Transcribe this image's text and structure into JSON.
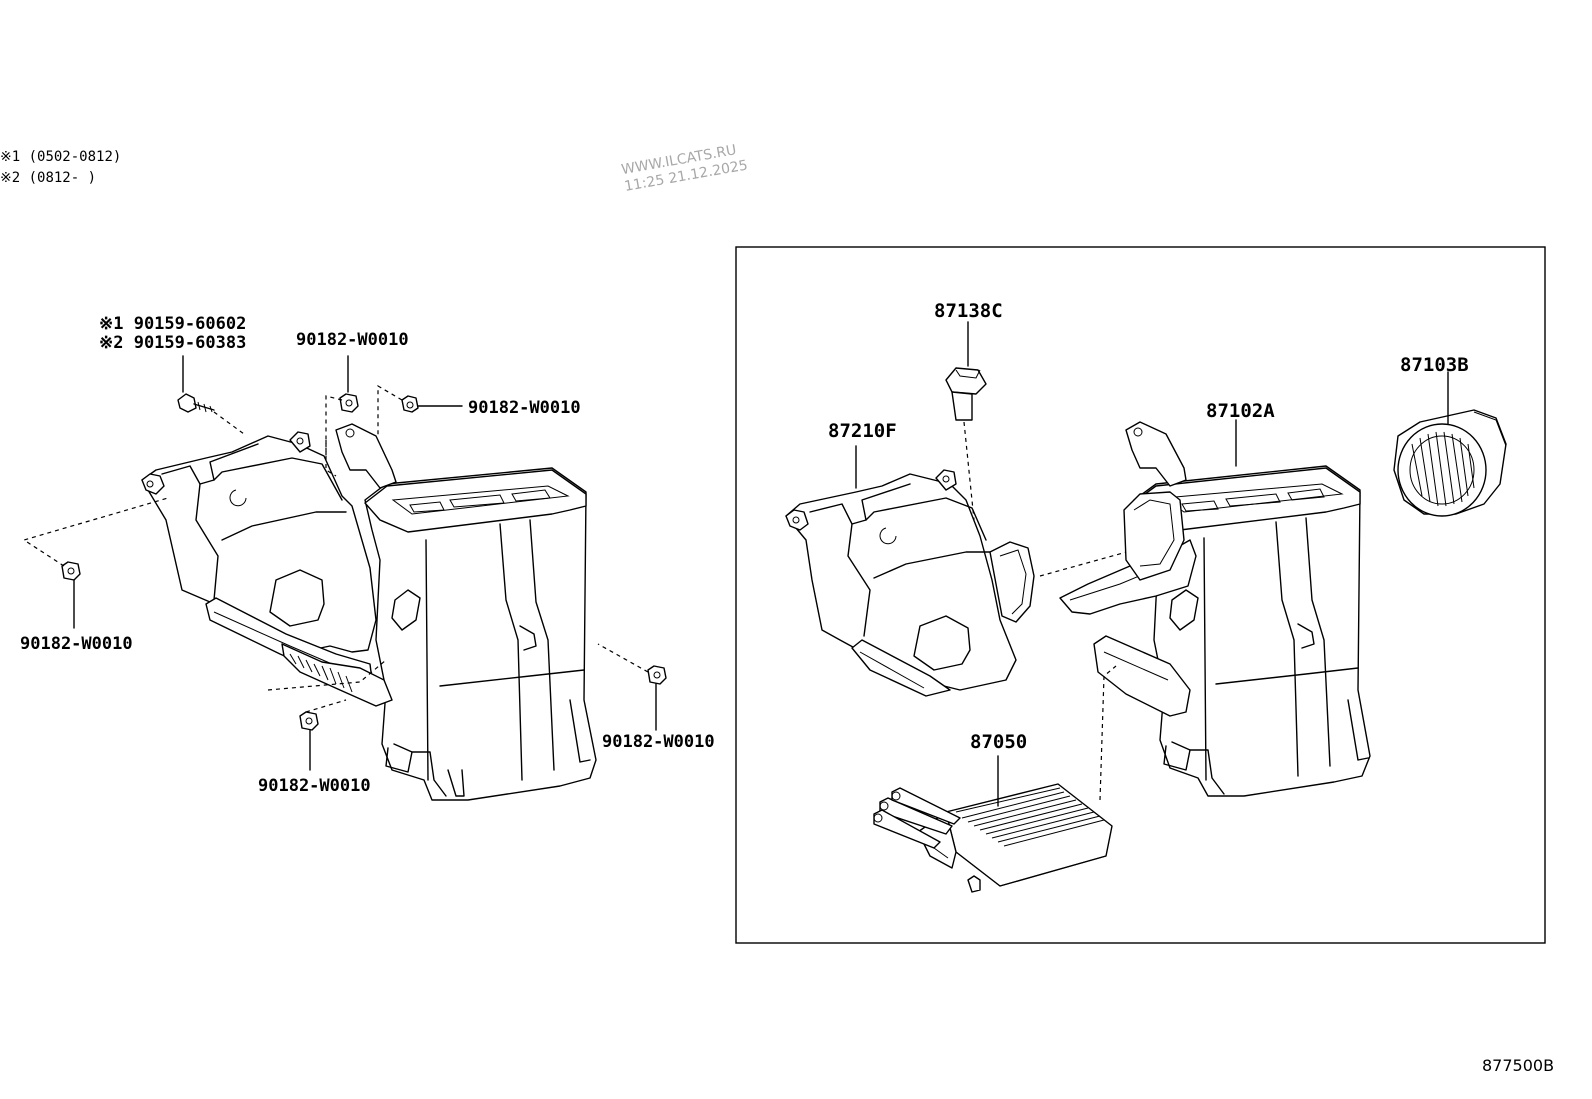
{
  "legend": {
    "line1": "※1 (0502-0812)",
    "line2": "※2 (0812-      )"
  },
  "watermark": {
    "line1": "WWW.ILCATS.RU",
    "line2": "11:25 21.12.2025"
  },
  "left_labels": {
    "screw_1": "※1 90159-60602",
    "screw_2": "※2 90159-60383",
    "nut_top": "90182-W0010",
    "nut_top_right": "90182-W0010",
    "nut_left": "90182-W0010",
    "nut_bottom": "90182-W0010",
    "nut_right": "90182-W0010"
  },
  "right_labels": {
    "resistor": "87138C",
    "blower_case": "87210F",
    "heater_case": "87102A",
    "fan": "87103B",
    "heater_core": "87050"
  },
  "diagram_code": "877500B"
}
